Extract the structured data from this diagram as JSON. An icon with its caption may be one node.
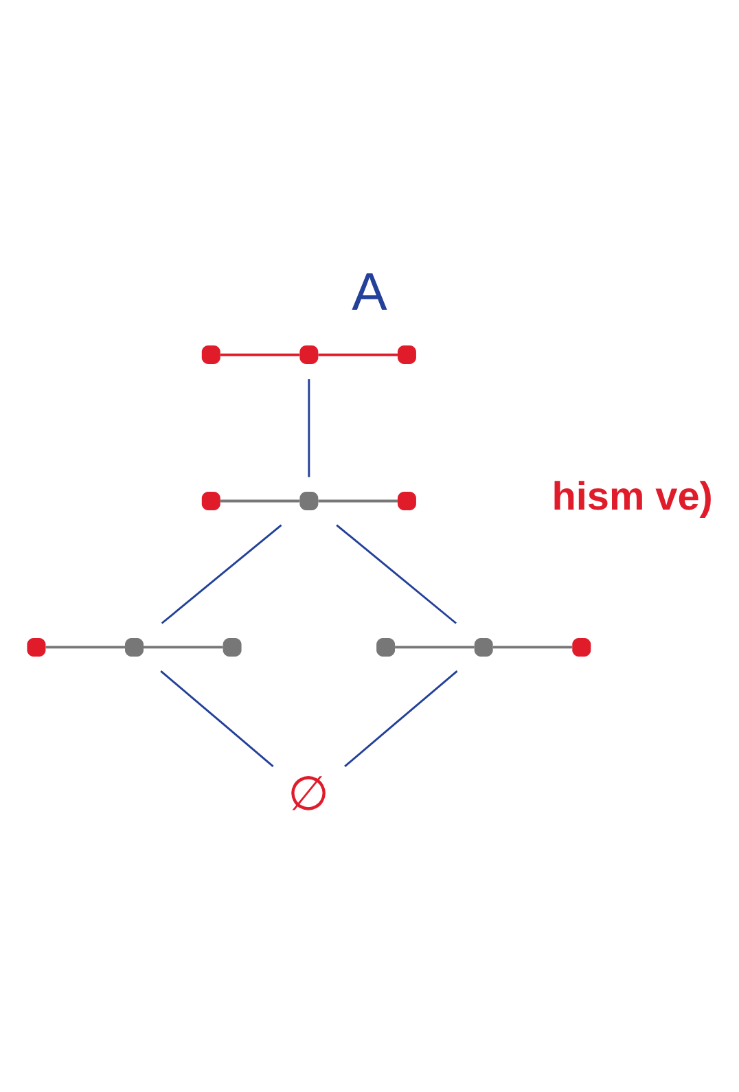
{
  "diagram": {
    "title": "A",
    "nodes": [
      {
        "text": [],
        "shape": "picture"
      },
      {
        "text": [],
        "shape": "picture"
      },
      {
        "text": [],
        "shape": "picture"
      },
      {
        "text": [],
        "shape": "picture"
      },
      {
        "text": [
          "∅"
        ]
      }
    ],
    "edges": [
      {
        "from": 0,
        "to": 1,
        "arrow": "none"
      },
      {
        "from": 1,
        "to": 2,
        "arrow": "none"
      },
      {
        "from": 1,
        "to": 3,
        "arrow": "none"
      },
      {
        "from": 2,
        "to": 4,
        "arrow": "none"
      },
      {
        "from": 3,
        "to": 4,
        "arrow": "none"
      }
    ],
    "labels": [
      "hism ve)"
    ]
  }
}
